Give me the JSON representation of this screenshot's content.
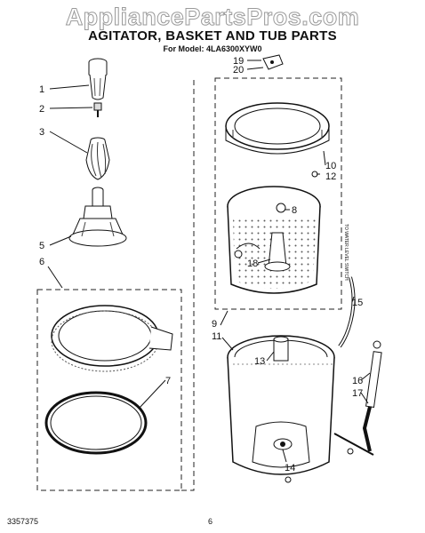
{
  "watermark": "AppliancePartsPros.com",
  "header": {
    "title": "AGITATOR, BASKET AND TUB PARTS",
    "subtitle": "For Model: 4LA6300XYW0"
  },
  "callouts": {
    "c1": "1",
    "c2": "2",
    "c3": "3",
    "c5": "5",
    "c6": "6",
    "c7": "7",
    "c8": "8",
    "c9": "9",
    "c10": "10",
    "c11": "11",
    "c12": "12",
    "c13": "13",
    "c14": "14",
    "c15": "15",
    "c16": "16",
    "c17": "17",
    "c18": "18",
    "c19": "19",
    "c20": "20"
  },
  "switch_label": "TO WATER LEVEL SWITCH",
  "footer": {
    "code": "3357375",
    "page": "6"
  }
}
